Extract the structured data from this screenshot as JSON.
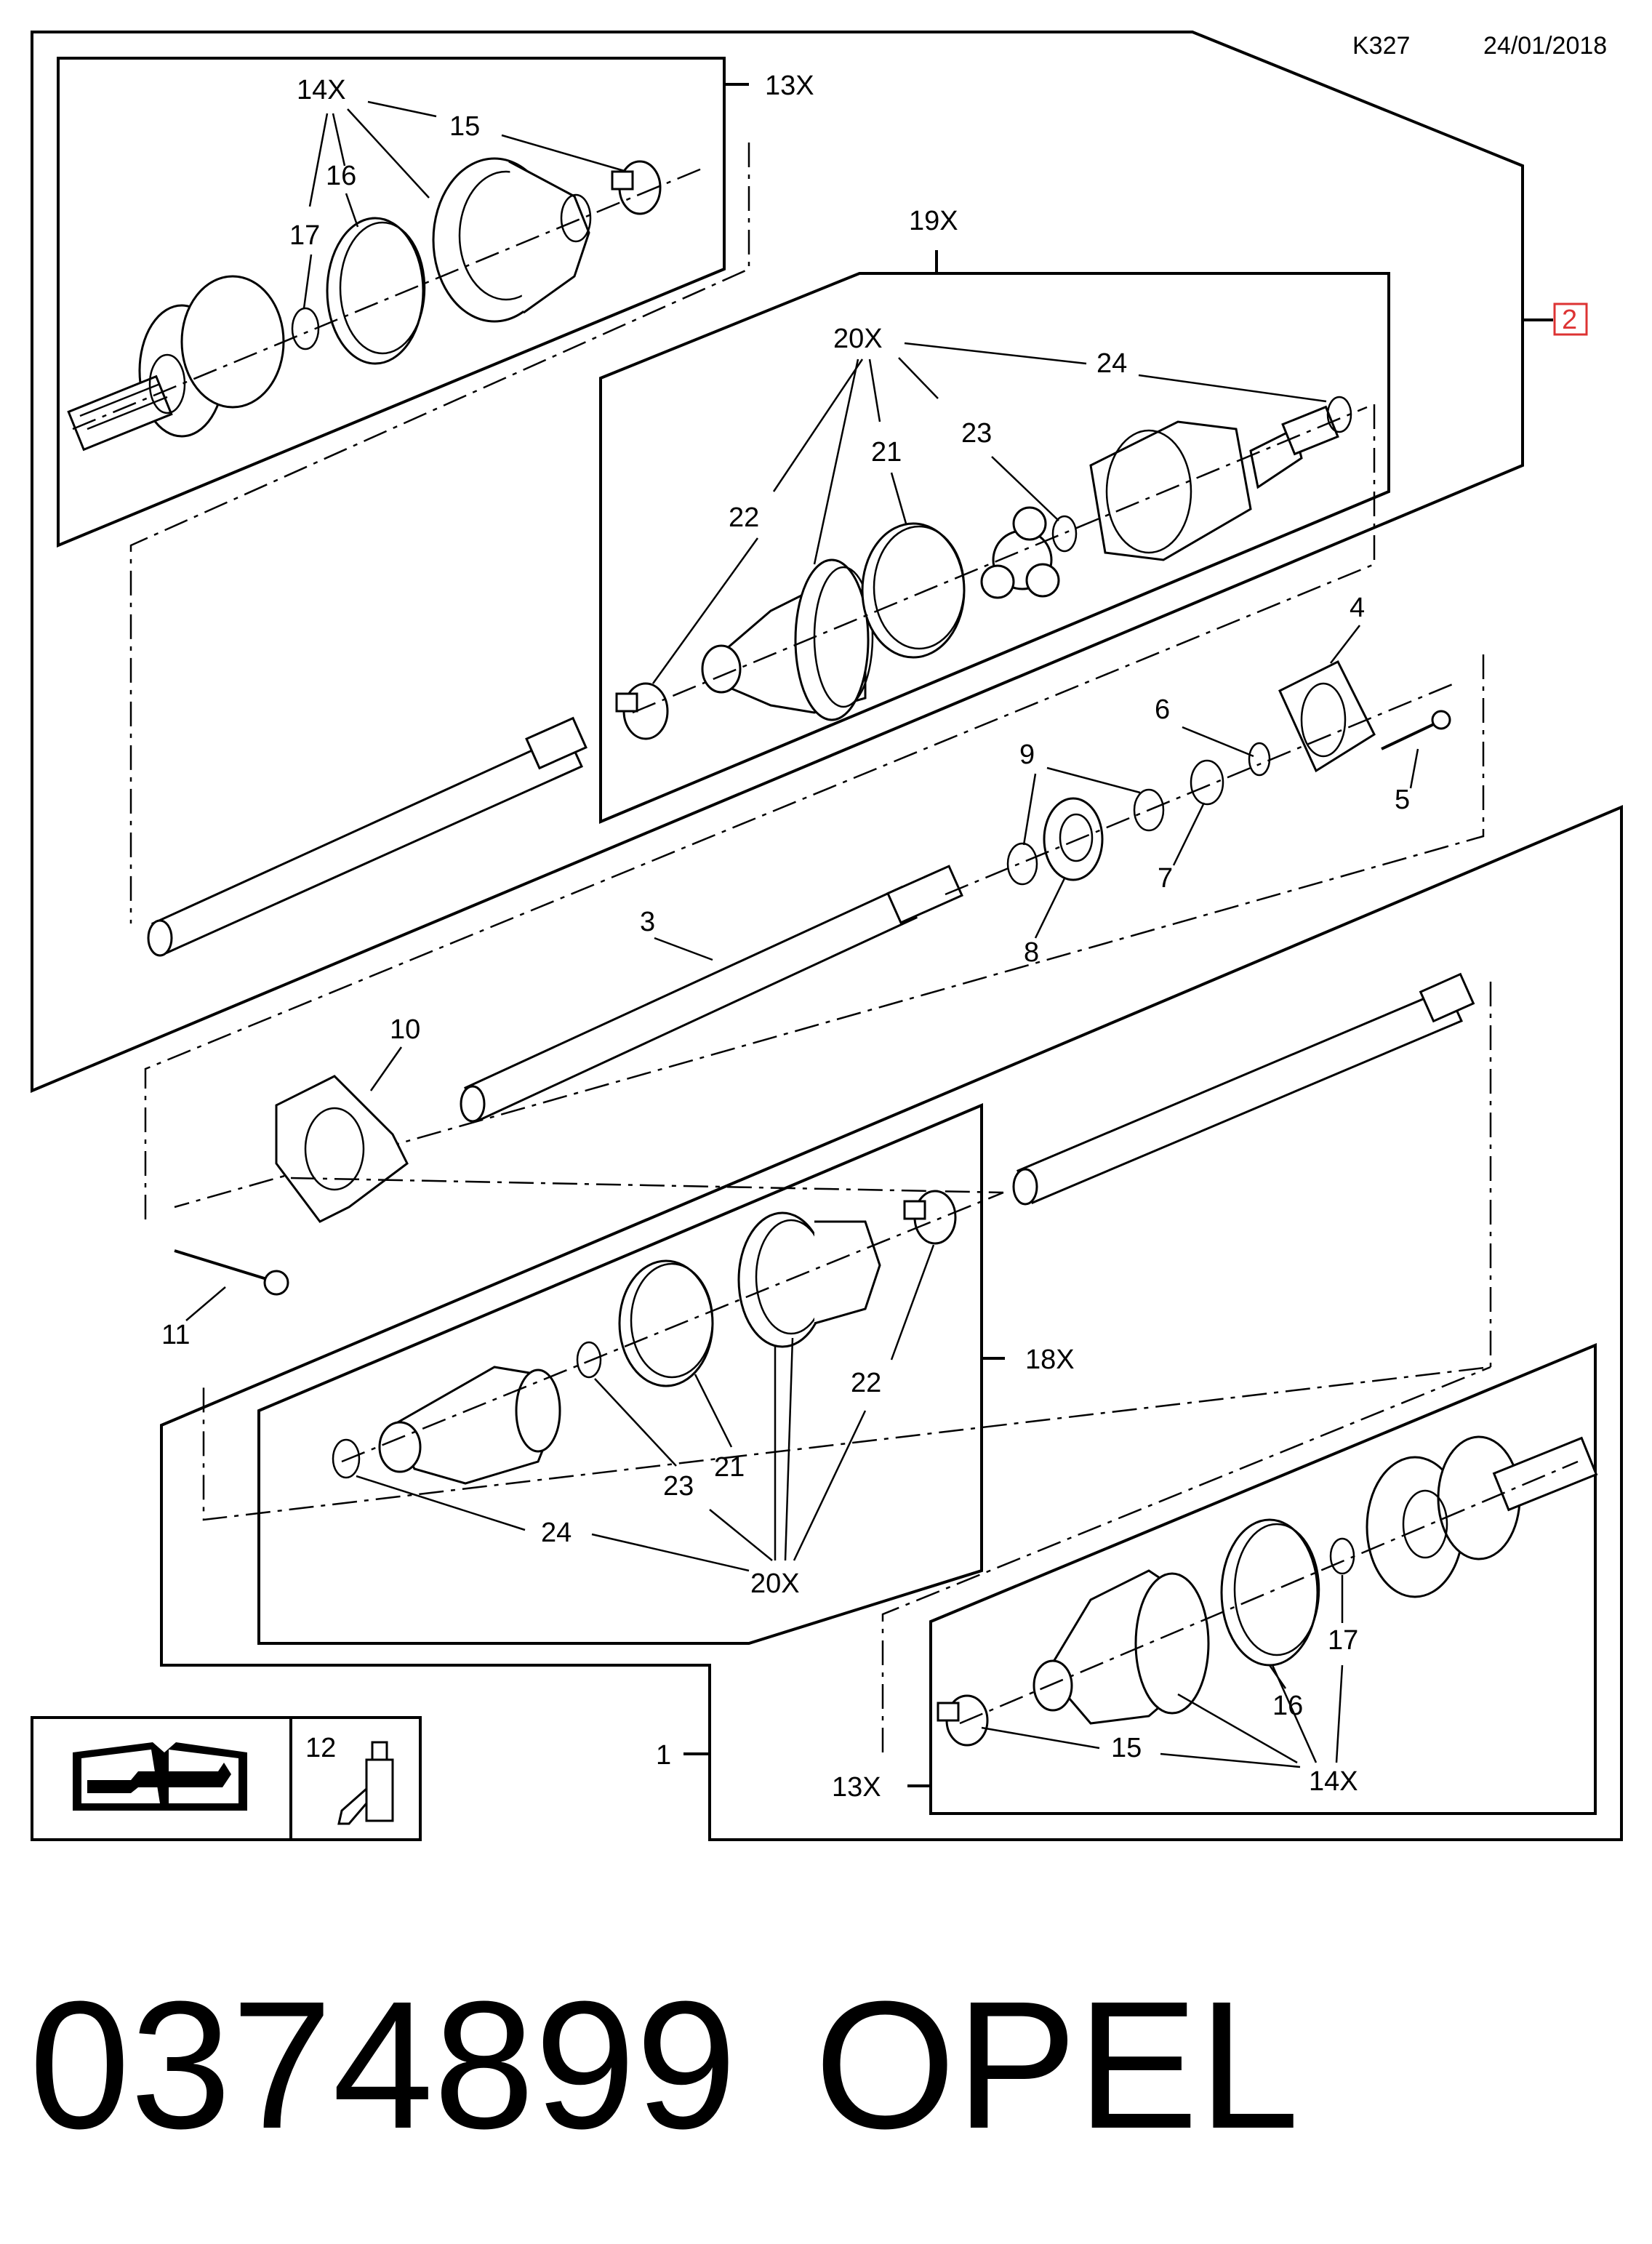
{
  "header": {
    "code": "K327",
    "date": "24/01/2018"
  },
  "reference_box": "2",
  "callouts": {
    "top_group": "13X",
    "top_14": "14X",
    "top_15": "15",
    "top_16": "16",
    "top_17": "17",
    "g19": "19X",
    "g20": "20X",
    "g21": "21",
    "g22": "22",
    "g23": "23",
    "g24": "24",
    "p3": "3",
    "p4": "4",
    "p5": "5",
    "p6": "6",
    "p7": "7",
    "p8": "8",
    "p9": "9",
    "p10": "10",
    "p11": "11",
    "g18": "18X",
    "b20": "20X",
    "b21": "21",
    "b22": "22",
    "b23": "23",
    "b24": "24",
    "p1": "1",
    "b13": "13X",
    "b14": "14X",
    "b15": "15",
    "b16": "16",
    "b17": "17",
    "p12": "12"
  },
  "icons": {
    "manual": "repair-manual-icon",
    "grease": "grease-tube-icon"
  },
  "footer": {
    "part_number": "0374899",
    "brand": "OPEL"
  }
}
